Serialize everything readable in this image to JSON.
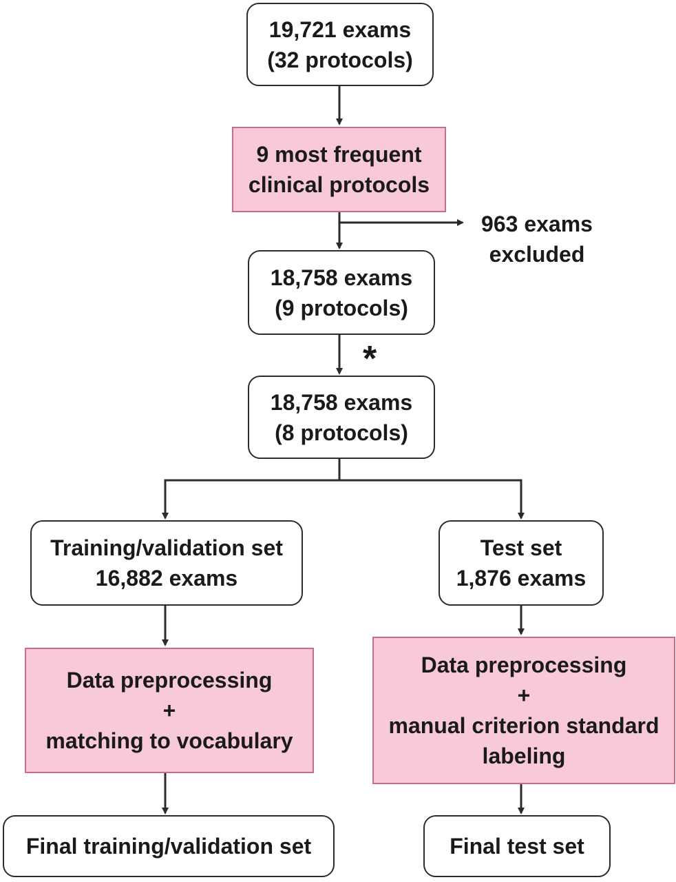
{
  "boxes": {
    "start": {
      "line1": "19,721 exams",
      "line2": "(32 protocols)"
    },
    "filter": {
      "line1": "9 most frequent",
      "line2": "clinical protocols"
    },
    "nine": {
      "line1": "18,758 exams",
      "line2": "(9 protocols)"
    },
    "eight": {
      "line1": "18,758 exams",
      "line2": "(8 protocols)"
    },
    "train": {
      "line1": "Training/validation set",
      "line2": "16,882 exams"
    },
    "test": {
      "line1": "Test set",
      "line2": "1,876 exams"
    },
    "train_prep": {
      "line1": "Data preprocessing",
      "line2": "+",
      "line3": "matching to vocabulary"
    },
    "test_prep": {
      "line1": "Data preprocessing",
      "line2": "+",
      "line3": "manual criterion standard",
      "line4": "labeling"
    },
    "final_train": {
      "line1": "Final training/validation set"
    },
    "final_test": {
      "line1": "Final test set"
    }
  },
  "excluded": {
    "line1": "963 exams",
    "line2": "excluded"
  },
  "asterisk": "*",
  "colors": {
    "process_fill": "#f8c9d9",
    "process_border": "#cc6b85",
    "line": "#2b2b2b"
  }
}
